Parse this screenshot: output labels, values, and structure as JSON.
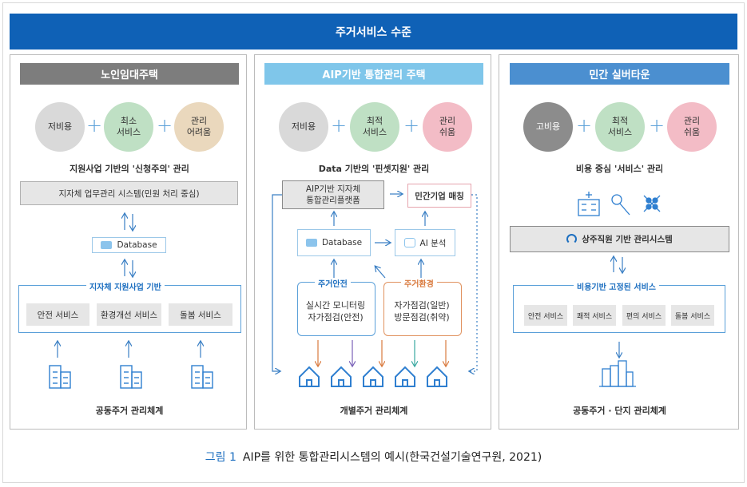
{
  "header": {
    "title": "주거서비스 수준"
  },
  "panels": [
    {
      "title": "노인임대주택",
      "title_color": "#7d7d7d",
      "circles": [
        "저비용",
        "최소\n서비스",
        "관리\n어려움"
      ],
      "circle_colors": [
        "#d9d9d9",
        "#bfe0c4",
        "#ead8bd"
      ],
      "subtitle": "지원사업 기반의 '신청주의' 관리",
      "system_box": "지자체 업무관리 시스템(민원 처리 중심)",
      "database": "Database",
      "group_label": "지자체 지원사업 기반",
      "services": [
        "안전 서비스",
        "환경개선 서비스",
        "돌봄 서비스"
      ],
      "footer": "공동주거 관리체계"
    },
    {
      "title": "AIP기반 통합관리 주택",
      "title_color": "#7fc6ea",
      "circles": [
        "저비용",
        "최적\n서비스",
        "관리\n쉬움"
      ],
      "circle_colors": [
        "#d9d9d9",
        "#bfe0c4",
        "#f3bcc6"
      ],
      "subtitle": "Data 기반의 '핀셋지원' 관리",
      "platform_box": "AIP기반 지자체\n통합관리플랫폼",
      "match_box": "민간기업 매칭",
      "database": "Database",
      "ai_box": "AI 분석",
      "safety_title": "주거안전",
      "safety_body": "실시간 모니터링\n자가점검(안전)",
      "env_title": "주거환경",
      "env_body": "자가점검(일반)\n방문점검(취약)",
      "footer": "개별주거 관리체계"
    },
    {
      "title": "민간 실버타운",
      "title_color": "#4b8fd0",
      "circles": [
        "고비용",
        "최적\n서비스",
        "관리\n쉬움"
      ],
      "circle_colors": [
        "#8c8c8c",
        "#bfe0c4",
        "#f3bcc6"
      ],
      "subtitle": "비용 중심 '서비스' 관리",
      "system_box": "상주직원 기반 관리시스템",
      "group_label": "비용기반 고정된 서비스",
      "services": [
        "안전 서비스",
        "쾌적 서비스",
        "편의 서비스",
        "돌봄 서비스"
      ],
      "footer": "공동주거 · 단지 관리체계"
    }
  ],
  "icons": [
    "building-icon",
    "house-icon",
    "database-icon",
    "robot-icon",
    "hospital-icon",
    "microphone-icon",
    "molecule-icon",
    "headset-icon",
    "city-icon"
  ],
  "caption": {
    "figure": "그림 1",
    "text": "AIP를 위한 통합관리시스템의 예시(한국건설기술연구원, 2021)"
  }
}
